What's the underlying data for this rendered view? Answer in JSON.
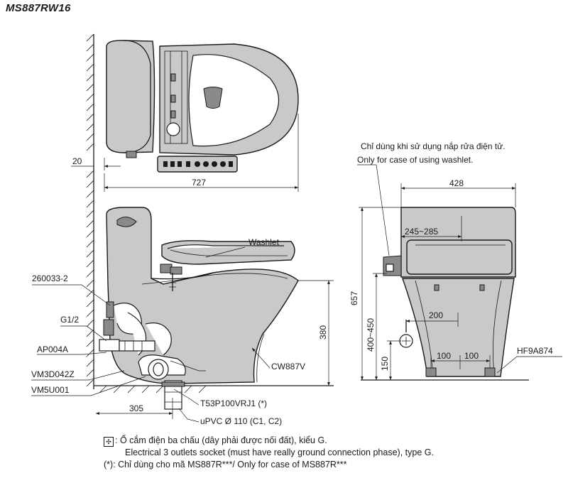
{
  "model": "MS887RW16",
  "top_view": {
    "dim_wall_gap": "20",
    "dim_length": "727"
  },
  "side_view": {
    "label_washlet": "Washlet",
    "label_bowl": "CW887V",
    "part_valve": "260033-2",
    "part_thread": "G1/2",
    "part_hose": "AP004A",
    "part_pipe": "VM3D042Z",
    "part_flange": "VM5U001",
    "part_adapter": "T53P100VRJ1 (*)",
    "part_drain": "uPVC Ø 110 (C1, C2)",
    "dim_rough_in": "305",
    "dim_height": "380"
  },
  "front_view": {
    "note_vi": "Chỉ dùng khi sử dụng nắp rửa điện tử.",
    "note_en": "Only for case of using washlet.",
    "dim_width": "428",
    "dim_seat_range": "245~285",
    "dim_total_height": "657",
    "dim_supply_range": "400~450",
    "dim_supply_offset": "200",
    "dim_bolt_left": "100",
    "dim_bolt_right": "100",
    "dim_supply_height": "150",
    "part_bolt": "HF9A874"
  },
  "footnotes": {
    "socket_icon": "outlet-icon",
    "socket_vi": ": Ổ cắm điện ba chấu (dây phải được nối đất), kiểu G.",
    "socket_en": "Electrical 3 outlets socket (must have really ground connection phase), type G.",
    "asterisk": "(*): Chỉ dùng cho mã MS887R***/ Only for case of MS887R***"
  }
}
